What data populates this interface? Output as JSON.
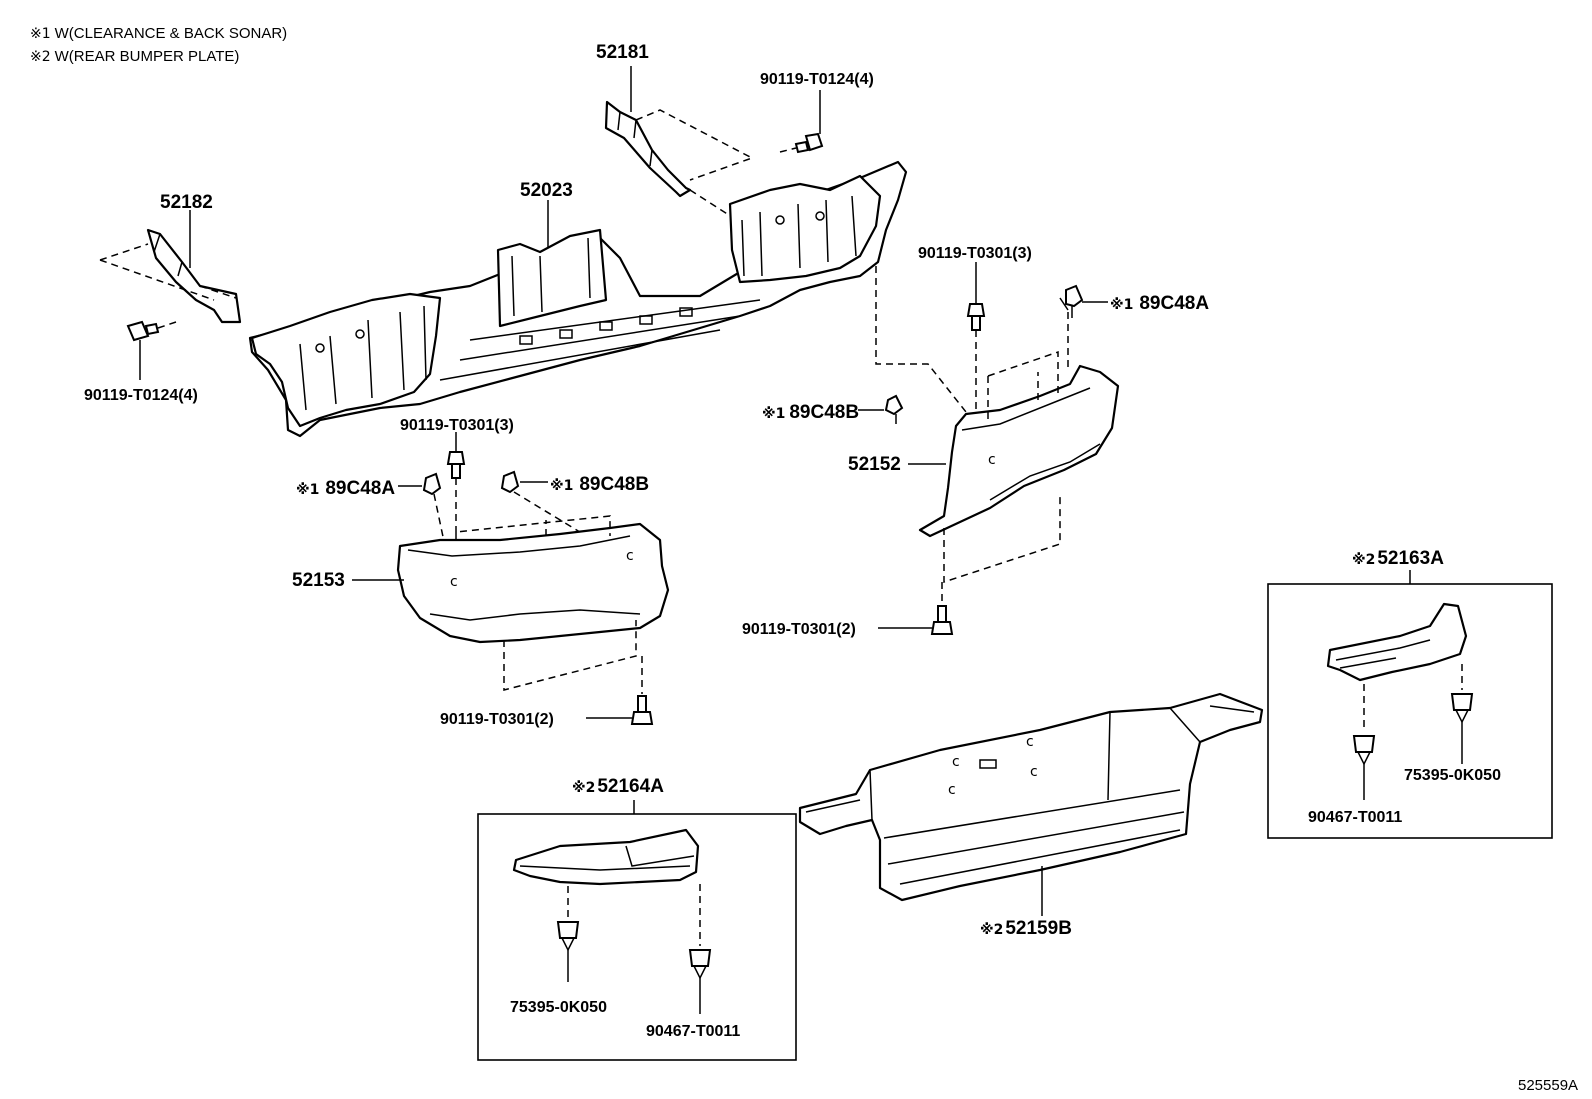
{
  "notes": [
    {
      "mark": "※1",
      "text": "W(CLEARANCE & BACK SONAR)"
    },
    {
      "mark": "※2",
      "text": "W(REAR BUMPER PLATE)"
    }
  ],
  "diagram_code": "525559A",
  "labels": {
    "p52181": {
      "mark": "",
      "text": "52181"
    },
    "p52182": {
      "mark": "",
      "text": "52182"
    },
    "p52023": {
      "mark": "",
      "text": "52023"
    },
    "bolt_t0124_right": {
      "mark": "",
      "text": "90119-T0124(4)"
    },
    "bolt_t0124_left": {
      "mark": "",
      "text": "90119-T0124(4)"
    },
    "bolt_t0301_3_right": {
      "mark": "",
      "text": "90119-T0301(3)"
    },
    "bolt_t0301_3_left": {
      "mark": "",
      "text": "90119-T0301(3)"
    },
    "bracket_89c48a_right": {
      "mark": "※1",
      "text": "89C48A"
    },
    "bracket_89c48b_right": {
      "mark": "※1",
      "text": "89C48B"
    },
    "bracket_89c48a_left": {
      "mark": "※1",
      "text": "89C48A"
    },
    "bracket_89c48b_left": {
      "mark": "※1",
      "text": "89C48B"
    },
    "p52152": {
      "mark": "",
      "text": "52152"
    },
    "p52153": {
      "mark": "",
      "text": "52153"
    },
    "bolt_t0301_2_right": {
      "mark": "",
      "text": "90119-T0301(2)"
    },
    "bolt_t0301_2_left": {
      "mark": "",
      "text": "90119-T0301(2)"
    },
    "p52163a": {
      "mark": "※2",
      "text": "52163A"
    },
    "p52164a": {
      "mark": "※2",
      "text": "52164A"
    },
    "p52159b": {
      "mark": "※2",
      "text": "52159B"
    },
    "clip_75395_right": {
      "mark": "",
      "text": "75395-0K050"
    },
    "clip_90467_right": {
      "mark": "",
      "text": "90467-T0011"
    },
    "clip_75395_left": {
      "mark": "",
      "text": "75395-0K050"
    },
    "clip_90467_left": {
      "mark": "",
      "text": "90467-T0011"
    }
  }
}
